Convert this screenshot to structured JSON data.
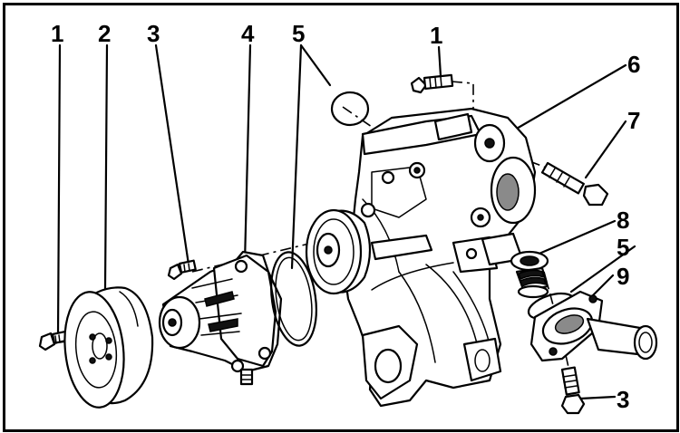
{
  "diagram": {
    "title": "",
    "callouts": [
      "1",
      "2",
      "3",
      "4",
      "5",
      "1",
      "6",
      "7",
      "8",
      "5",
      "9",
      "3"
    ]
  }
}
